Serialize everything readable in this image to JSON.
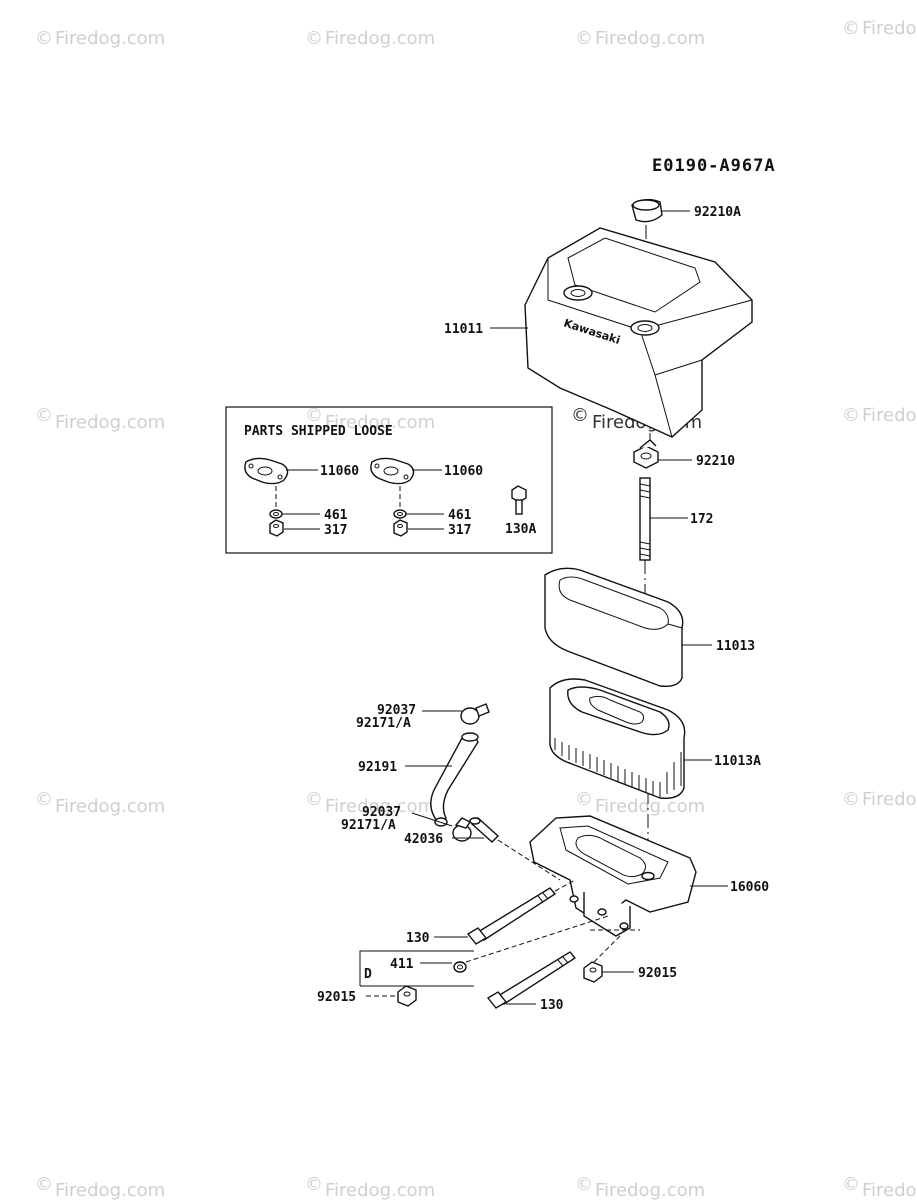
{
  "diagram_code": "E0190-A967A",
  "watermark_text": "Firedog.com",
  "copyright_symbol": "©",
  "brand_logo": "Kawasaki",
  "loose_parts": {
    "title": "PARTS SHIPPED LOOSE",
    "gasket_left": "11060",
    "gasket_right": "11060",
    "washer_left": "461",
    "washer_right": "461",
    "nut_left": "317",
    "nut_right": "317",
    "bolt": "130A"
  },
  "parts": {
    "cap": "92210A",
    "cover": "11011",
    "wing_nut": "92210",
    "stud": "172",
    "pre_cleaner": "11013",
    "element": "11013A",
    "clamp_top_a": "92037",
    "clamp_top_b": "92171/A",
    "hose": "92191",
    "clamp_bottom_a": "92037",
    "clamp_bottom_b": "92171/A",
    "fitting": "42036",
    "base": "16060",
    "bolt_upper": "130",
    "box_label": "D",
    "washer": "411",
    "nut_right": "92015",
    "nut_left": "92015",
    "bolt_lower": "130"
  }
}
